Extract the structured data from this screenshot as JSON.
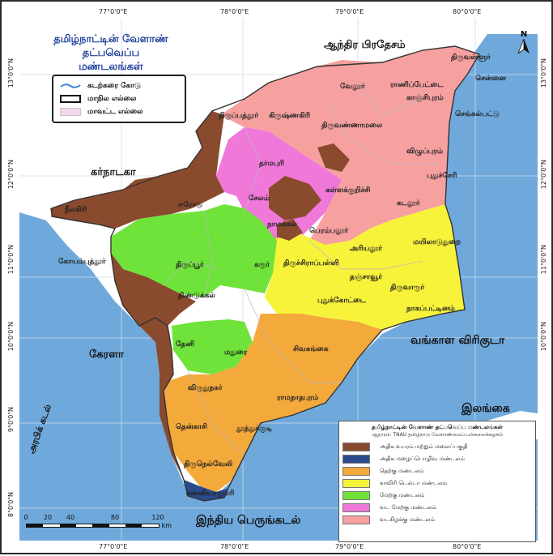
{
  "title_line1": "தமிழ்நாட்டின் வேளாண் தட்பவெப்ப",
  "title_line2": "மண்டலங்கள்",
  "neighbors": {
    "andhra": "ஆந்திர பிரதேசம்",
    "karnataka": "கர்நாடகா",
    "kerala": "கேரளா"
  },
  "water": {
    "bay": "வங்காள விரிகுடா",
    "arabian": "அரபிக் கடல்",
    "indian_ocean": "இந்திய பெருங்கடல்",
    "srilanka": "இலங்கை"
  },
  "legend_top": {
    "items": [
      {
        "label": "கடற்கரை கோடு",
        "symbol": "coast-line"
      },
      {
        "label": "மாநில எல்லை",
        "symbol": "state-boundary"
      },
      {
        "label": "மாவட்ட எல்லை",
        "symbol": "district-boundary"
      }
    ]
  },
  "zone_legend": {
    "title": "தமிழ்நாட்டின் வேளாண் தட்பவெப்ப மண்டலங்கள்",
    "subtitle": "ஆதாரம்: TNAU தமிழ்நாடு வேளாண்மைப் பல்கலைக்கழகம்",
    "zones": [
      {
        "label": "அதிக உயரம் மற்றும் மலைப்பகுதி",
        "color": "#8a4a2e"
      },
      {
        "label": "அதிக மழைப்பொழிவு மண்டலம்",
        "color": "#2b4a8c"
      },
      {
        "label": "தெற்கு மண்டலம்",
        "color": "#f4a93b"
      },
      {
        "label": "காவிரி டெல்டா மண்டலம்",
        "color": "#f7f23a"
      },
      {
        "label": "மேற்கு மண்டலம்",
        "color": "#6fe33a"
      },
      {
        "label": "வட மேற்கு மண்டலம்",
        "color": "#f078d8"
      },
      {
        "label": "வடகிழக்கு மண்டலம்",
        "color": "#f6a0a0"
      }
    ]
  },
  "colors": {
    "sea": "#6fa9dc",
    "land_outside": "#ffffff",
    "grid": "#cfdbe8"
  },
  "places": [
    {
      "name": "திருவள்ளூர்"
    },
    {
      "name": "சென்னை"
    },
    {
      "name": "வேலூர்"
    },
    {
      "name": "ராணிப்பேட்டை"
    },
    {
      "name": "காஞ்சிபுரம்"
    },
    {
      "name": "செங்கல்பட்டு"
    },
    {
      "name": "திருப்பத்தூர்"
    },
    {
      "name": "கிருஷ்ணகிரி"
    },
    {
      "name": "திருவண்ணாமலை"
    },
    {
      "name": "விழுப்புரம்"
    },
    {
      "name": "புதுச்சேரி"
    },
    {
      "name": "தர்மபுரி"
    },
    {
      "name": "சேலம்"
    },
    {
      "name": "கள்ளக்குறிச்சி"
    },
    {
      "name": "கடலூர்"
    },
    {
      "name": "ஈரோடு"
    },
    {
      "name": "நாமக்கல்"
    },
    {
      "name": "பெரம்பலூர்"
    },
    {
      "name": "அரியலூர்"
    },
    {
      "name": "மயிலாடுதுறை"
    },
    {
      "name": "நீலகிரி"
    },
    {
      "name": "கோயம்புத்தூர்"
    },
    {
      "name": "திருப்பூர்"
    },
    {
      "name": "கரூர்"
    },
    {
      "name": "திருச்சிராப்பள்ளி"
    },
    {
      "name": "தஞ்சாவூர்"
    },
    {
      "name": "திருவாரூர்"
    },
    {
      "name": "நாகப்பட்டினம்"
    },
    {
      "name": "திண்டுக்கல்"
    },
    {
      "name": "புதுக்கோட்டை"
    },
    {
      "name": "தேனி"
    },
    {
      "name": "மதுரை"
    },
    {
      "name": "சிவகங்கை"
    },
    {
      "name": "விருதுநகர்"
    },
    {
      "name": "ராமநாதபுரம்"
    },
    {
      "name": "தென்காசி"
    },
    {
      "name": "தூத்துக்குடி"
    },
    {
      "name": "திருநெல்வேலி"
    },
    {
      "name": "கன்னியாகுமரி"
    }
  ],
  "lon_labels": [
    "77°0'0\"E",
    "78°0'0\"E",
    "79°0'0\"E",
    "80°0'0\"E"
  ],
  "lat_labels": [
    "13°0'0\"N",
    "12°0'0\"N",
    "11°0'0\"N",
    "10°0'0\"N",
    "9°0'0\"N",
    "8°0'0\"N"
  ],
  "scale": {
    "ticks": [
      "0",
      "20",
      "40",
      "80",
      "120"
    ],
    "unit": "km"
  },
  "north": "N"
}
